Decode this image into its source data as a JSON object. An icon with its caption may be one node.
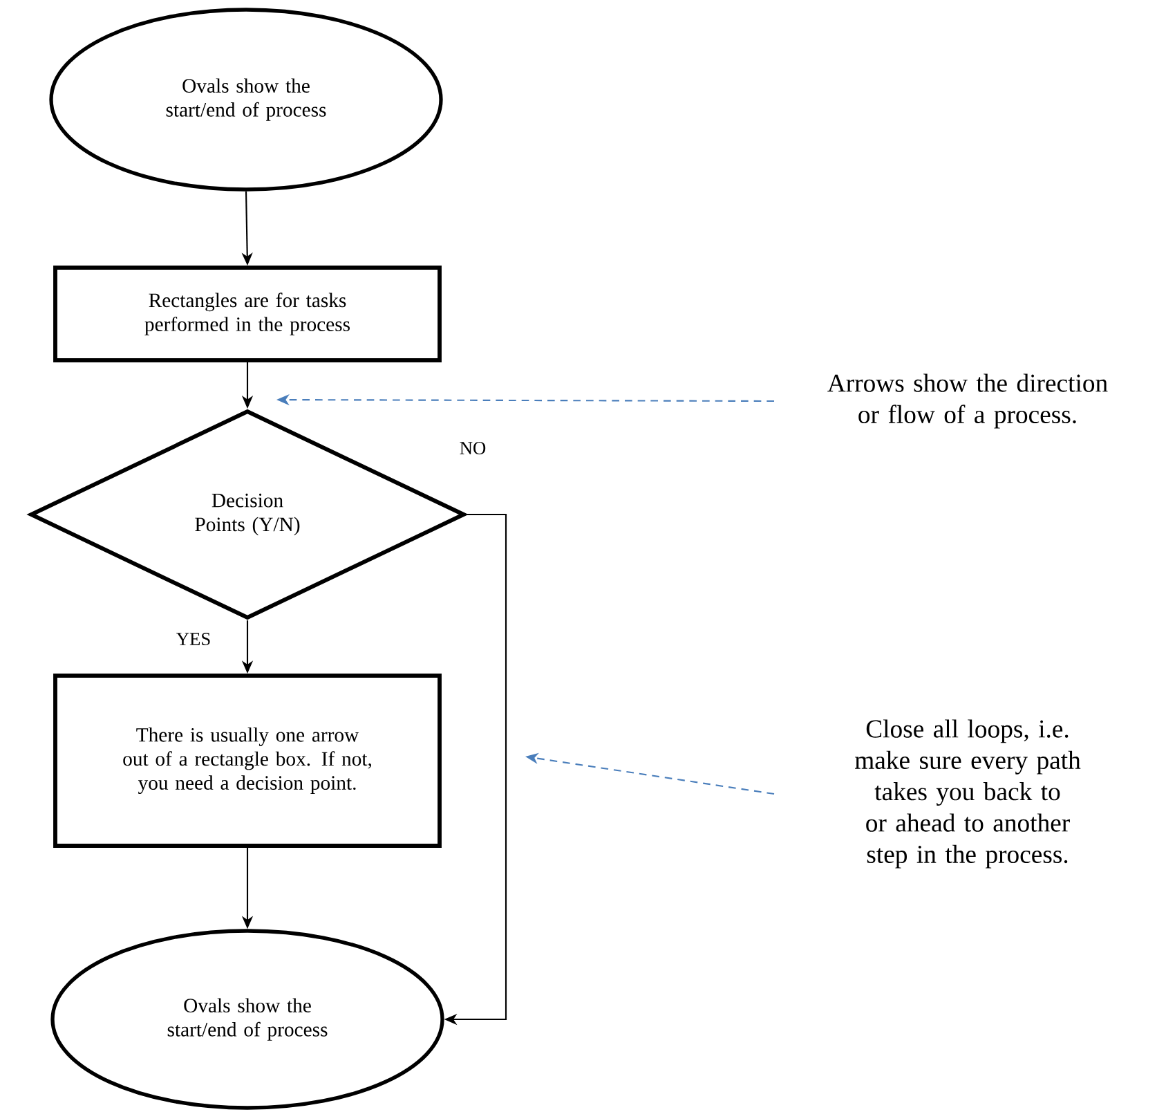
{
  "diagram": {
    "nodes": [
      {
        "text": [
          "Ovals show the start/end of process"
        ]
      },
      {
        "text": [
          "Rectangles are for tasks performed in the process"
        ]
      },
      {
        "text": [
          "Decision Points (Y/N)"
        ]
      },
      {
        "text": [
          "There is usually one arrow out of a rectangle box. If not, you need a decision point."
        ]
      },
      {
        "text": [
          "Ovals show the start/end of process"
        ]
      },
      {
        "text": [
          "Arrows show the direction or flow of a process."
        ]
      },
      {
        "text": [
          "Close all loops, i.e. make sure every path takes you back to or ahead to another step in the process."
        ]
      }
    ],
    "edges": [
      {
        "from": 0,
        "to": 1,
        "arrow": "to"
      },
      {
        "from": 1,
        "to": 2,
        "arrow": "to"
      },
      {
        "from": 2,
        "to": 3,
        "arrow": "to",
        "label": "YES"
      },
      {
        "from": 2,
        "to": 4,
        "arrow": "to",
        "label": "NO"
      },
      {
        "from": 3,
        "to": 4,
        "arrow": "to"
      },
      {
        "from": 5,
        "to": null,
        "arrow": "to",
        "style": "dashed",
        "color": "#4a7ebb"
      },
      {
        "from": 6,
        "to": null,
        "arrow": "to",
        "style": "dashed",
        "color": "#4a7ebb"
      }
    ]
  }
}
